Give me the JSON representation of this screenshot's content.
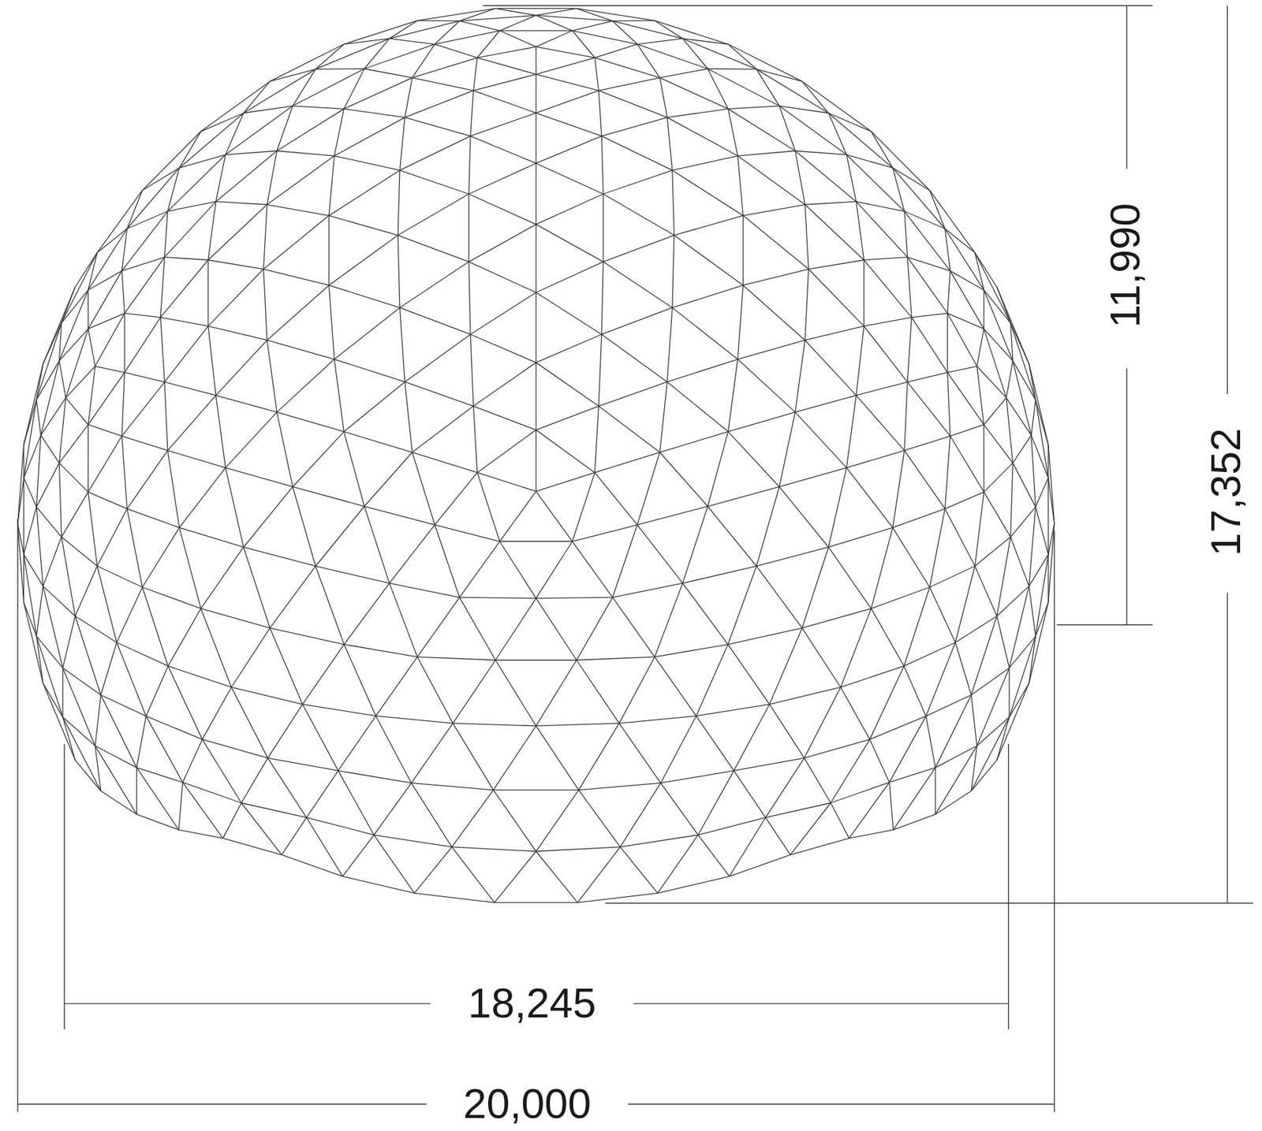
{
  "diagram": {
    "labels": [
      "11,990",
      "17,352",
      "18,245",
      "20,000"
    ]
  }
}
